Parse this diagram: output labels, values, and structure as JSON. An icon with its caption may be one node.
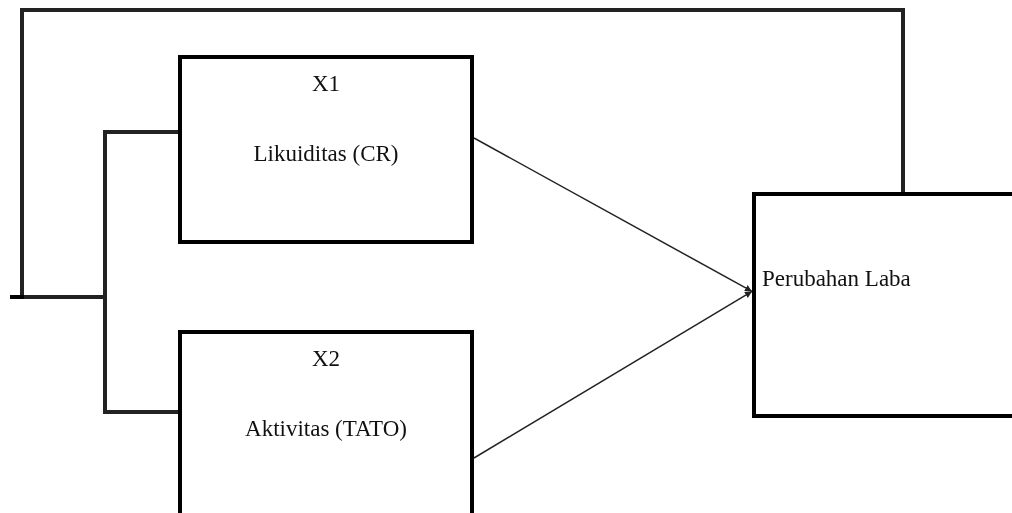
{
  "diagram": {
    "nodes": [
      {
        "text": [
          "X1",
          "Likuiditas (CR)"
        ]
      },
      {
        "text": [
          "X2",
          "Aktivitas (TATO)"
        ]
      },
      {
        "text": [
          "Perubahan Laba"
        ]
      }
    ],
    "edges": [
      {
        "from": 0,
        "to": 2,
        "arrow": "to"
      },
      {
        "from": 1,
        "to": 2,
        "arrow": "to"
      },
      {
        "from": 0,
        "to": 2,
        "arrow": "none",
        "style": "thick"
      },
      {
        "from": 1,
        "to": 2,
        "arrow": "none",
        "style": "thick"
      }
    ]
  }
}
